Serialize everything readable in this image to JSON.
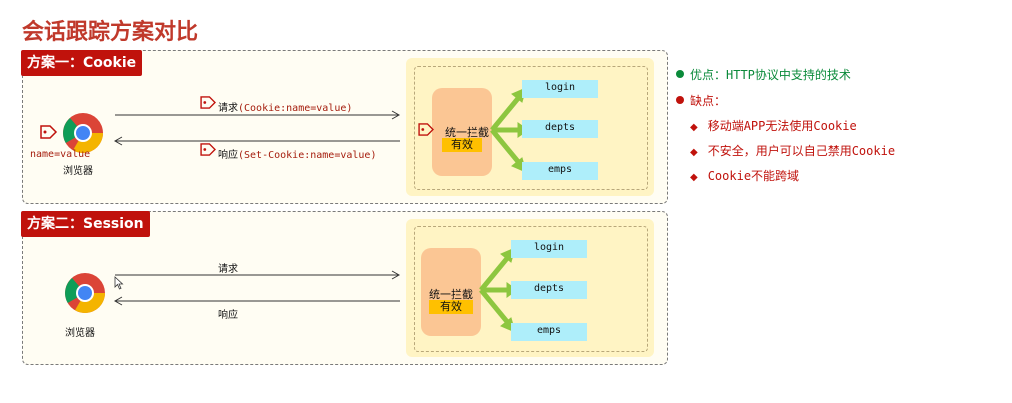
{
  "title": "会话跟踪方案对比",
  "scheme1": {
    "tag": "方案一：Cookie",
    "browser_label": "浏览器",
    "cookie_label": "name=value",
    "request_prefix": "请求",
    "request_code": "(Cookie:name=value)",
    "response_prefix": "响应",
    "response_code": "(Set-Cookie:name=value)",
    "filter_label": "统一拦截",
    "valid_label": "有效",
    "resources": [
      "login",
      "depts",
      "emps"
    ]
  },
  "scheme2": {
    "tag": "方案二：Session",
    "browser_label": "浏览器",
    "request_label": "请求",
    "response_label": "响应",
    "filter_label": "统一拦截",
    "valid_label": "有效",
    "resources": [
      "login",
      "depts",
      "emps"
    ]
  },
  "pros": "优点：HTTP协议中支持的技术",
  "cons": {
    "heading": "缺点：",
    "items": [
      "移动端APP无法使用Cookie",
      "不安全，用户可以自己禁用Cookie",
      "Cookie不能跨域"
    ]
  },
  "colors": {
    "title": "#c0392b",
    "tag": "#c0120c",
    "server": "#fff4c4",
    "filter": "#fbc694",
    "valid": "#ffc000",
    "resource": "#aeeefa",
    "fan_arrows": "#8dc63f",
    "pros_bullet": "#0a8a3a",
    "cons_bullet": "#c0120c"
  }
}
